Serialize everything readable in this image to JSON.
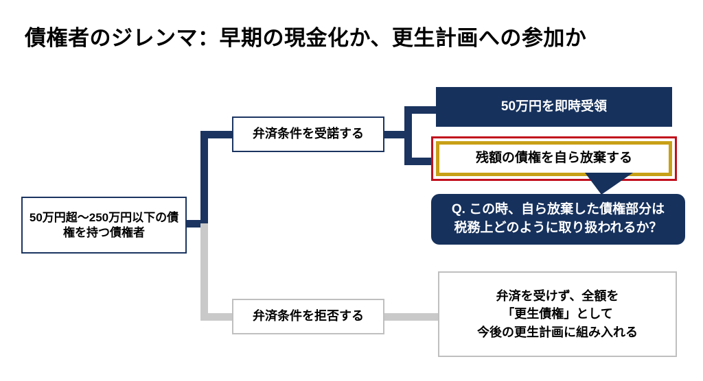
{
  "slide": {
    "title": "債権者のジレンマ：早期の現金化か、更生計画への参加か",
    "background_color": "#ffffff"
  },
  "colors": {
    "navy": "#16315c",
    "navy_border": "#1b3460",
    "gold": "#c8a017",
    "red": "#c10f1d",
    "gray": "#bfbfbf",
    "gray_connector": "#c9c9c9",
    "text_black": "#000000",
    "text_white": "#ffffff"
  },
  "diagram": {
    "type": "decision-tree",
    "root": {
      "label": "50万円超〜250万円以下の債権を持つ債権者",
      "style": "navy-outline"
    },
    "branches": [
      {
        "id": "accept",
        "label": "弁済条件を受諾する",
        "style": "navy-outline",
        "outcomes": [
          {
            "id": "immediate-receipt",
            "label": "50万円を即時受領",
            "style": "navy-filled"
          },
          {
            "id": "waive-remainder",
            "label": "残額の債権を自ら放棄する",
            "style": "red-gold-highlight"
          }
        ]
      },
      {
        "id": "refuse",
        "label": "弁済条件を拒否する",
        "style": "gray-outline",
        "outcomes": [
          {
            "id": "rehabilitation-claim",
            "label": "弁済を受けず、全額を\n「更生債権」として\n今後の更生計画に組み入れる",
            "style": "gray-outline"
          }
        ]
      }
    ],
    "callout": {
      "text": "Q. この時、自ら放棄した債権部分は\n税務上どのように取り扱われるか？",
      "style": "navy-rounded",
      "points_to": "waive-remainder"
    }
  }
}
